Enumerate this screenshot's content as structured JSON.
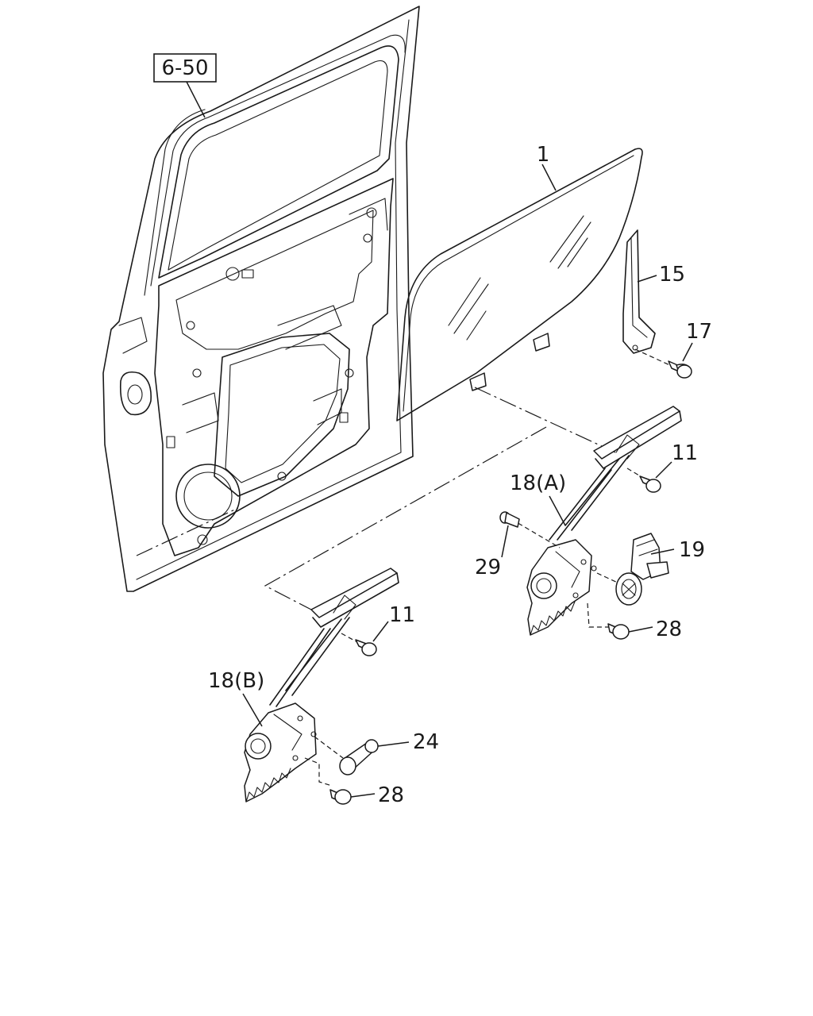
{
  "diagram": {
    "labels": {
      "ref_6_50": "6-50",
      "p1": "1",
      "p15": "15",
      "p17": "17",
      "p11a": "11",
      "p18a": "18(A)",
      "p29": "29",
      "p19": "19",
      "p28a": "28",
      "p11b": "11",
      "p18b": "18(B)",
      "p24": "24",
      "p28b": "28"
    }
  }
}
